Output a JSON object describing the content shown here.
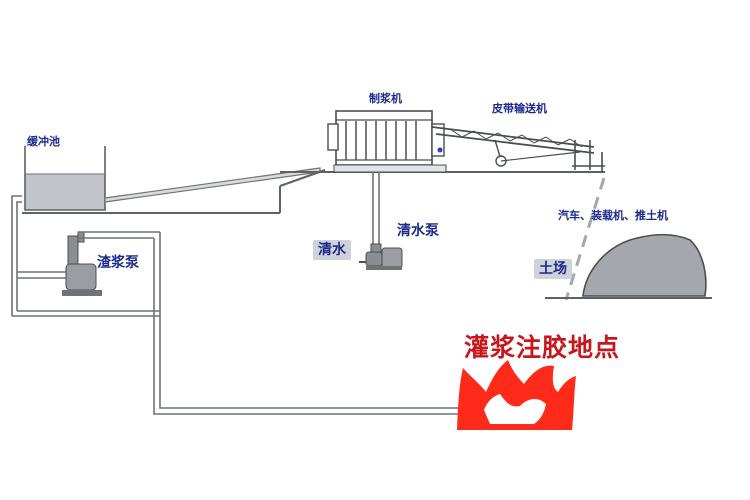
{
  "labels": {
    "buffer_tank": "缓冲池",
    "slurry_machine": "制浆机",
    "belt_conveyor": "皮带输送机",
    "vehicles": "汽车、装载机、推土机",
    "clean_water_pump": "清水泵",
    "clean_water": "清水",
    "slurry_pump": "渣浆泵",
    "soil_yard": "土场",
    "grouting_site": "灌浆注胶地点"
  },
  "colors": {
    "label_text": "#1a2a8c",
    "pipe": "#6f7277",
    "water_fill": "#c2c6cc",
    "fire_red": "#ff2a1a",
    "site_text": "#c8161d",
    "pile_gray": "#a4a7ac"
  },
  "icons": {
    "slurry_machine": "slurry-mixer-icon",
    "conveyor": "belt-conveyor-icon",
    "pump": "pump-motor-icon",
    "fire": "fire-icon",
    "soil_pile": "soil-pile-icon"
  }
}
